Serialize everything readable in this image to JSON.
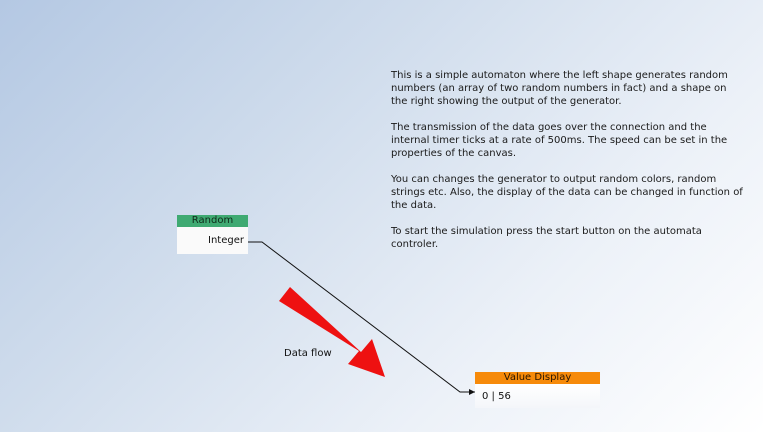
{
  "description": {
    "paragraphs": [
      "This is a simple automaton where the left shape generates random numbers (an array of two random numbers in fact) and a shape on the right showing the output of the generator.",
      "The transmission of the data goes over the connection and the internal timer ticks at a rate of 500ms. The speed can be set in the properties of the canvas.",
      "You can changes the generator to output random colors, random strings etc. Also, the display of the data can be changed in function of the data.",
      "To start the simulation press the start button on the automata controler."
    ]
  },
  "generator_node": {
    "title": "Random",
    "output_port": "Integer",
    "header_color": "#3faa72"
  },
  "display_node": {
    "title": "Value Display",
    "value": "0 | 56",
    "header_color": "#f68a0a"
  },
  "annotation": {
    "label": "Data flow",
    "arrow_color": "#ee1111"
  }
}
